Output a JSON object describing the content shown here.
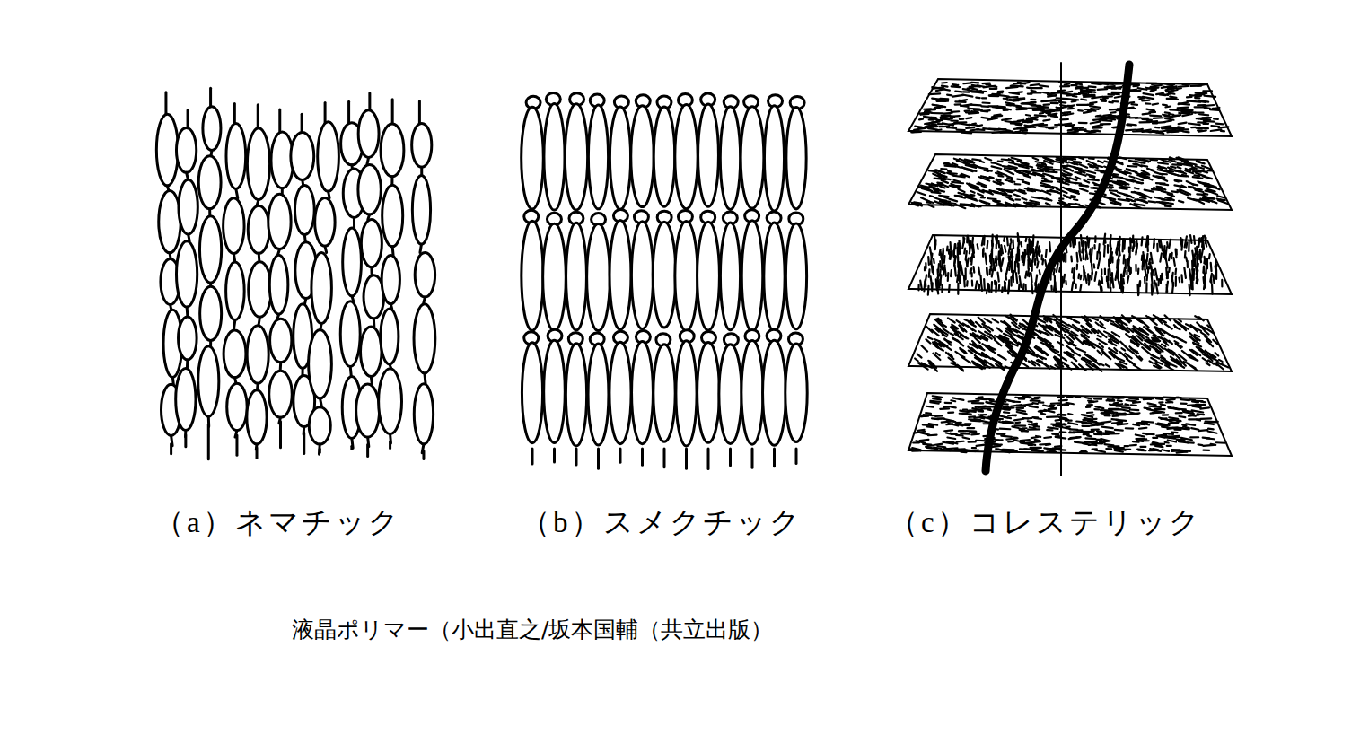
{
  "diagram": {
    "caption": "液晶ポリマー（小出直之/坂本国輔（共立出版）",
    "labels": [
      "（a）ネマチック",
      "（b）スメクチック",
      "（c）コレステリック"
    ]
  }
}
